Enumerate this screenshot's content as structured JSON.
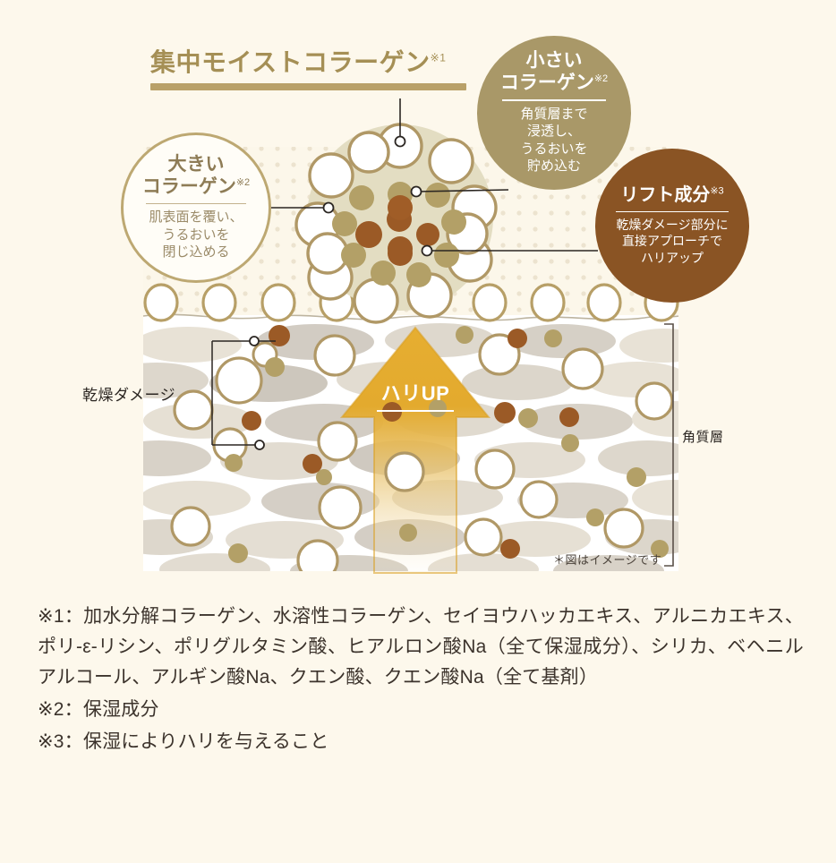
{
  "title": {
    "text": "集中モイストコラーゲン",
    "sup": "※1"
  },
  "bubbles": {
    "big": {
      "head_line1": "大きい",
      "head_line2": "コラーゲン",
      "sup": "※2",
      "body_line1": "肌表面を覆い、",
      "body_line2": "うるおいを",
      "body_line3": "閉じ込める"
    },
    "small": {
      "head_line1": "小さい",
      "head_line2": "コラーゲン",
      "sup": "※2",
      "body_line1": "角質層まで",
      "body_line2": "浸透し、",
      "body_line3": "うるおいを",
      "body_line4": "貯め込む"
    },
    "lift": {
      "head_line1": "リフト成分",
      "sup": "※3",
      "body_line1": "乾燥ダメージ部分に",
      "body_line2": "直接アプローチで",
      "body_line3": "ハリアップ"
    }
  },
  "labels": {
    "damage": "乾燥ダメージ",
    "layer": "角質層",
    "note": "＊図はイメージです",
    "arrow": "ハリUP"
  },
  "footnotes": {
    "note1": "※1：加水分解コラーゲン、水溶性コラーゲン、セイヨウハッカエキス、アルニカエキス、ポリ-ε-リシン、ポリグルタミン酸、ヒアルロン酸Na（全て保湿成分）、シリカ、ベヘニルアルコール、アルギン酸Na、クエン酸、クエン酸Na（全て基剤）",
    "note2": "※2：保湿成分",
    "note3": "※3：保湿によりハリを与えること"
  },
  "colors": {
    "page_bg": "#fdf8ec",
    "title_gold": "#a58f55",
    "rule_gold": "#b9a169",
    "khaki": "#a99868",
    "brown": "#8a5424",
    "ring_gold": "#bda872",
    "arrow_gold": "#e2a92c",
    "skin_white": "#ffffff",
    "cell_beige": "#e8e2d6",
    "cell_gray": "#cfcac2"
  }
}
